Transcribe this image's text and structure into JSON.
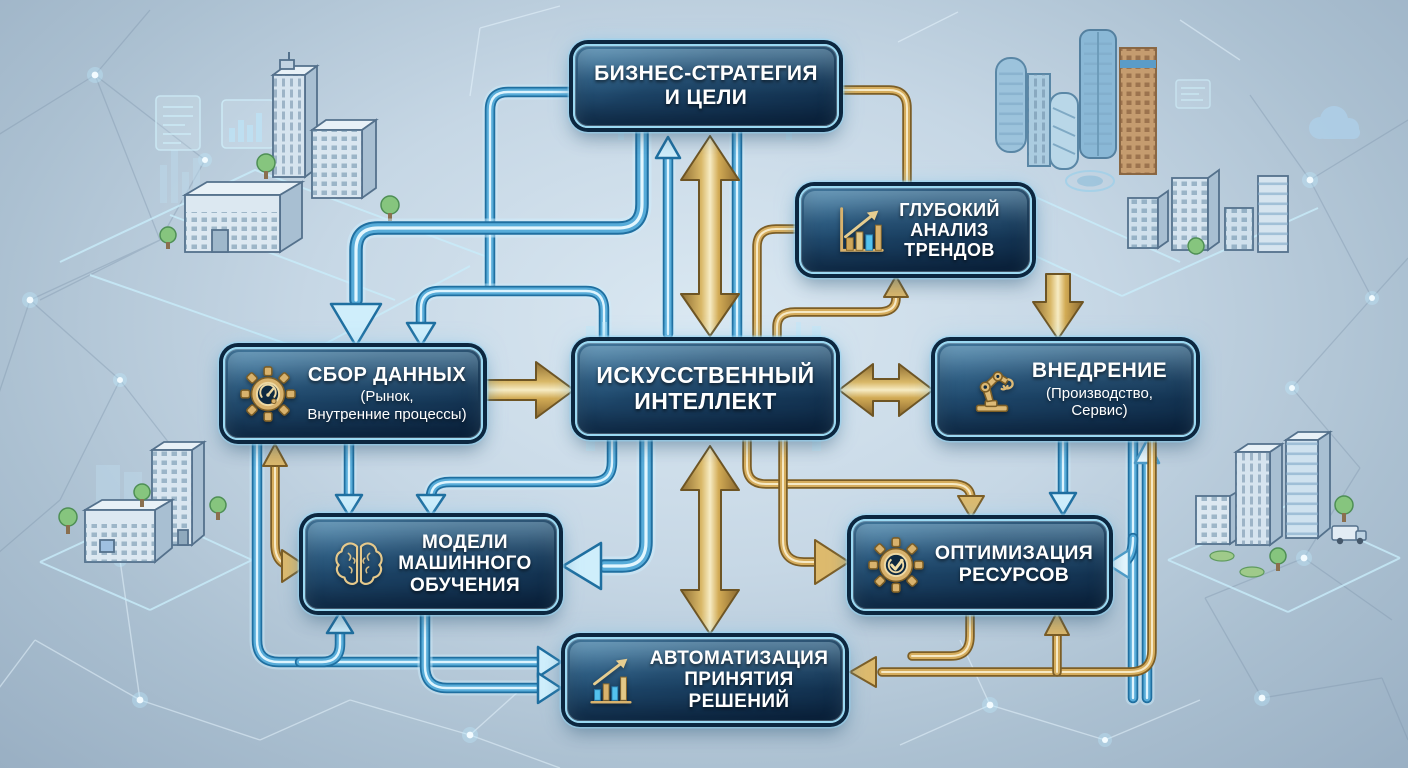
{
  "colors": {
    "background": "#c6d7e5",
    "box_background": "#153a5c",
    "box_border": "#9bd9f2",
    "box_glow": "#82cdf5",
    "gold_arrow": "#d9b261",
    "blue_arrow": "#57acd9",
    "text": "#ffffff"
  },
  "nodes": [
    {
      "id": "business-strategy",
      "title": "БИЗНЕС-СТРАТЕГИЯ\nИ ЦЕЛИ",
      "subtitle": "",
      "icon": ""
    },
    {
      "id": "trend-analysis",
      "title": "ГЛУБОКИЙ\nАНАЛИЗ\nТРЕНДОВ",
      "subtitle": "",
      "icon": "bar-chart-growth"
    },
    {
      "id": "data-collection",
      "title": "СБОР ДАННЫХ",
      "subtitle": "(Рынок,\nВнутренние процессы)",
      "icon": "gear-gauge"
    },
    {
      "id": "artificial-intelligence",
      "title": "ИСКУССТВЕННЫЙ\nИНТЕЛЛЕКТ",
      "subtitle": "",
      "icon": ""
    },
    {
      "id": "implementation",
      "title": "ВНЕДРЕНИЕ",
      "subtitle": "(Производство,\nСервис)",
      "icon": "robot-arm"
    },
    {
      "id": "ml-models",
      "title": "МОДЕЛИ\nМАШИННОГО\nОБУЧЕНИЯ",
      "subtitle": "",
      "icon": "brain"
    },
    {
      "id": "resource-optimization",
      "title": "ОПТИМИЗАЦИЯ\nРЕСУРСОВ",
      "subtitle": "",
      "icon": "gear-check"
    },
    {
      "id": "decision-automation",
      "title": "АВТОМАТИЗАЦИЯ\nПРИНЯТИЯ РЕШЕНИЙ",
      "subtitle": "",
      "icon": "bar-chart-growth"
    }
  ],
  "connections": [
    {
      "from": "business-strategy",
      "to": "artificial-intelligence",
      "style": "gold-double"
    },
    {
      "from": "artificial-intelligence",
      "to": "business-strategy",
      "style": "blue"
    },
    {
      "from": "business-strategy",
      "to": "data-collection",
      "style": "blue"
    },
    {
      "from": "business-strategy",
      "to": "trend-analysis",
      "style": "gold"
    },
    {
      "from": "artificial-intelligence",
      "to": "trend-analysis",
      "style": "gold"
    },
    {
      "from": "trend-analysis",
      "to": "implementation",
      "style": "gold"
    },
    {
      "from": "data-collection",
      "to": "artificial-intelligence",
      "style": "gold"
    },
    {
      "from": "artificial-intelligence",
      "to": "implementation",
      "style": "gold-double"
    },
    {
      "from": "artificial-intelligence",
      "to": "ml-models",
      "style": "blue"
    },
    {
      "from": "data-collection",
      "to": "ml-models",
      "style": "blue"
    },
    {
      "from": "ml-models",
      "to": "data-collection",
      "style": "gold"
    },
    {
      "from": "artificial-intelligence",
      "to": "decision-automation",
      "style": "gold-double"
    },
    {
      "from": "data-collection",
      "to": "decision-automation",
      "style": "blue"
    },
    {
      "from": "ml-models",
      "to": "decision-automation",
      "style": "blue"
    },
    {
      "from": "implementation",
      "to": "resource-optimization",
      "style": "blue"
    },
    {
      "from": "resource-optimization",
      "to": "implementation",
      "style": "blue"
    },
    {
      "from": "artificial-intelligence",
      "to": "resource-optimization",
      "style": "gold"
    },
    {
      "from": "implementation",
      "to": "decision-automation",
      "style": "gold"
    },
    {
      "from": "decision-automation",
      "to": "resource-optimization",
      "style": "gold"
    }
  ]
}
